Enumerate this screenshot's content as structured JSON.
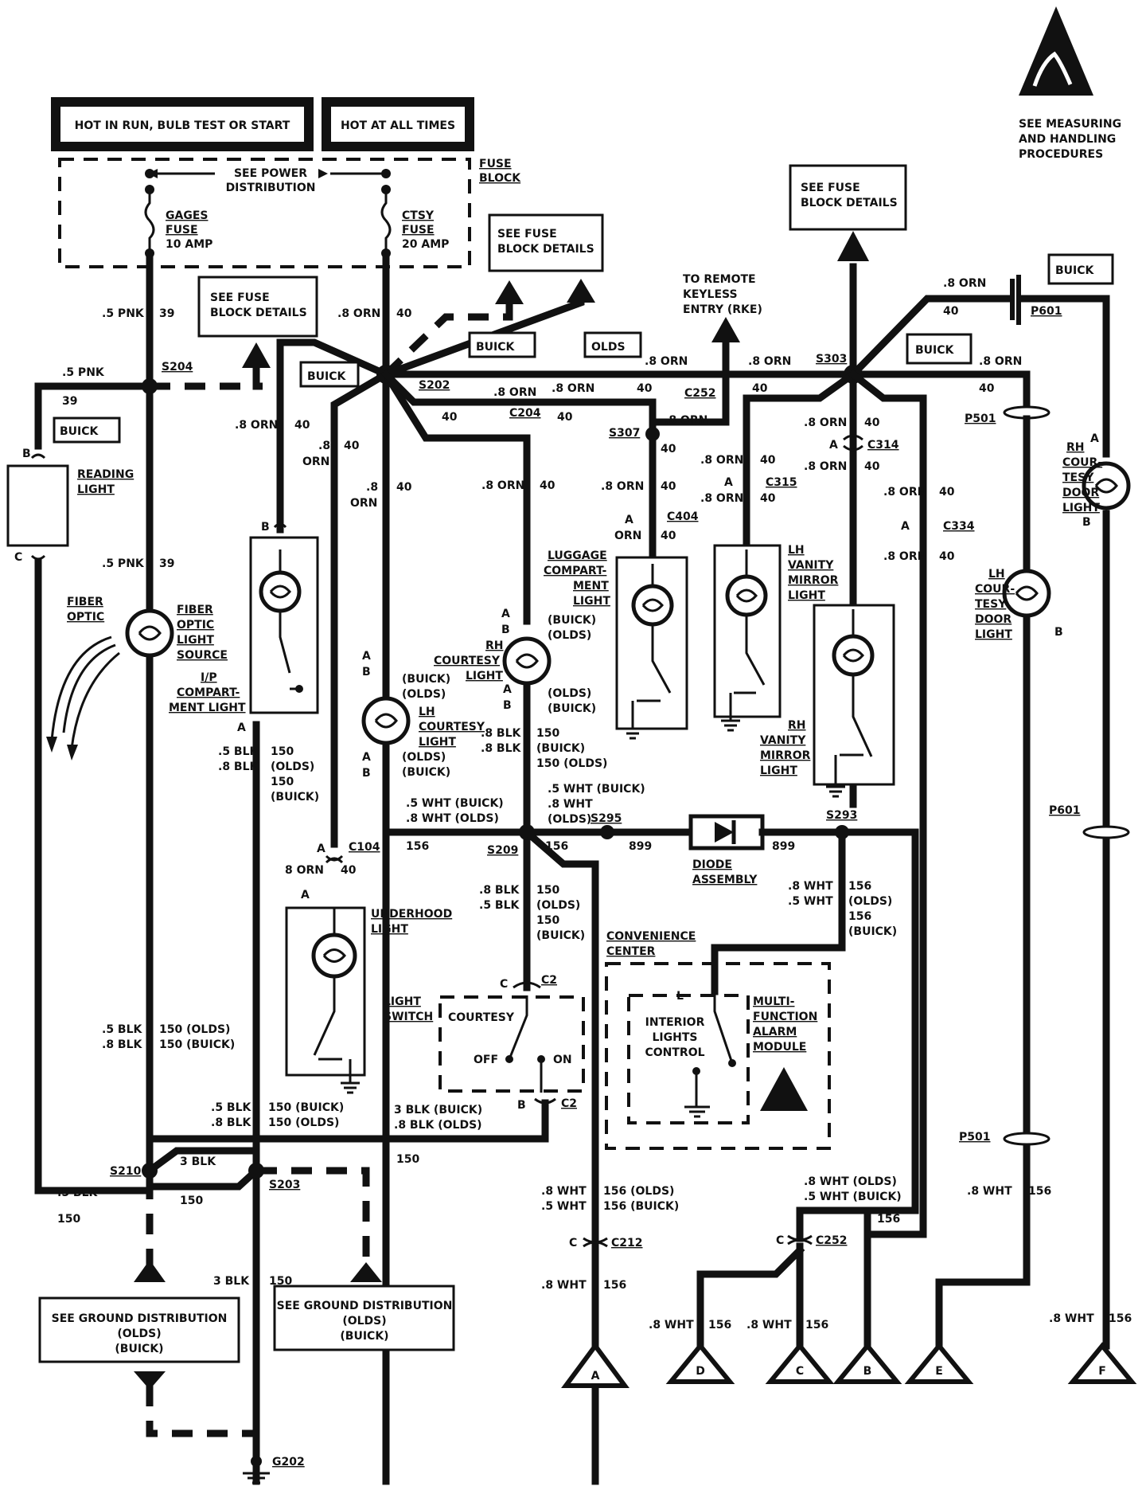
{
  "header": {
    "hot_run": "HOT IN RUN, BULB TEST OR START",
    "hot_all": "HOT AT ALL TIMES",
    "fuse_block": [
      "FUSE",
      "BLOCK"
    ],
    "see_power": [
      "SEE POWER",
      "DISTRIBUTION"
    ],
    "gages_fuse": [
      "GAGES",
      "FUSE",
      "10 AMP"
    ],
    "ctsy_fuse": [
      "CTSY",
      "FUSE",
      "20 AMP"
    ]
  },
  "esd": [
    "SEE MEASURING",
    "AND HANDLING",
    "PROCEDURES"
  ],
  "fuse_details": {
    "left": [
      "SEE FUSE",
      "BLOCK DETAILS"
    ],
    "mid": [
      "SEE FUSE",
      "BLOCK DETAILS"
    ],
    "right": [
      "SEE FUSE",
      "BLOCK DETAILS"
    ]
  },
  "tags": {
    "buick_reading": "BUICK",
    "buick_s202": "BUICK",
    "buick_mid": "BUICK",
    "olds": "OLDS",
    "buick_s303": "BUICK",
    "buick_p601": "BUICK"
  },
  "rke": [
    "TO REMOTE",
    "KEYLESS",
    "ENTRY (RKE)"
  ],
  "splices": {
    "s204": "S204",
    "s202": "S202",
    "s303": "S303",
    "s307": "S307",
    "s209": "S209",
    "s295": "S295",
    "s293": "S293",
    "s210": "S210",
    "s203": "S203",
    "g202": "G202"
  },
  "connectors": {
    "c204": "C204",
    "c252_top": "C252",
    "c314": "C314",
    "c315": "C315",
    "c404": "C404",
    "c334": "C334",
    "c104": "C104",
    "c2_top": "C2",
    "c2_bot": "C2",
    "c212": "C212",
    "c252_bot": "C252",
    "p501_top": "P501",
    "p601_top": "P601",
    "p601_mid": "P601",
    "p501_bot": "P501"
  },
  "wires": {
    "pnk_top": ".5 PNK",
    "pnk_top_n": "39",
    "pnk_s204": ".5 PNK",
    "pnk_s204_n": "39",
    "pnk_fiber": ".5 PNK",
    "pnk_fiber_n": "39",
    "orn_top": ".8 ORN",
    "orn_top_n": "40",
    "orn_ip": ".8 ORN",
    "orn_ip_n": "40",
    "orn_c104": ".8",
    "orn_c104_b": "ORN",
    "orn_c104_n": "40",
    "orn_down": ".8",
    "orn_down_b": "ORN",
    "orn_down_n": "40",
    "orn_rh": ".8 ORN",
    "orn_rh_n": "40",
    "orn_c204": ".8 ORN",
    "orn_c204_n": "40",
    "orn_c204b": ".8 ORN",
    "orn_c204b_n": "40",
    "orn_c204c": "40",
    "orn_olds": ".8 ORN",
    "orn_olds2": ".8 ORN",
    "orn_olds_n": "40",
    "orn_s307": ".8 ORN",
    "orn_s307_n": "40",
    "orn_lug": ".8 ORN",
    "orn_lug_n": "40",
    "orn_c404": "ORN",
    "orn_c404_n": "40",
    "orn_p601": ".8 ORN",
    "orn_p601_n": "40",
    "orn_p501": ".8 ORN",
    "orn_p501_n": "40",
    "orn_c314a": ".8 ORN",
    "orn_c314a_n": "40",
    "orn_c314b": ".8 ORN",
    "orn_c314b_n": "40",
    "orn_c315a": ".8 ORN",
    "orn_c315a_n": "40",
    "orn_c315b": ".8 ORN",
    "orn_c315b_n": "40",
    "orn_c334a": ".8 ORN",
    "orn_c334a_n": "40",
    "orn_c334b": ".8 ORN",
    "orn_c334b_n": "40",
    "orn_under": "8 ORN",
    "orn_under_n": "40",
    "blk_ip": [
      ".5 BLK",
      ".8 BLK"
    ],
    "blk_ip_n": [
      "150",
      "(OLDS)",
      "150",
      "(BUICK)"
    ],
    "blk_rh": [
      ".8 BLK",
      ".8 BLK"
    ],
    "blk_rh_n": [
      "150",
      "(BUICK)",
      "150  (OLDS)"
    ],
    "wht_lh": [
      ".5 WHT  (BUICK)",
      ".8 WHT  (OLDS)"
    ],
    "wht_rh": [
      ".5 WHT  (BUICK)",
      ".8 WHT",
      "(OLDS)"
    ],
    "w156_left": "156",
    "w156_right": "156",
    "w899_left": "899",
    "w899_right": "899",
    "blk_sw": [
      ".8 BLK",
      ".5 BLK"
    ],
    "blk_sw_n": [
      "150",
      "(OLDS)",
      "150",
      "(BUICK)"
    ],
    "wht_s293": [
      ".8 WHT",
      ".5 WHT"
    ],
    "wht_s293_n": [
      "156",
      "(OLDS)",
      "156",
      "(BUICK)"
    ],
    "blk_mid": [
      ".5 BLK",
      ".8 BLK"
    ],
    "blk_mid_n": [
      "150  (OLDS)",
      "150  (BUICK)"
    ],
    "blk_s210": [
      ".5 BLK",
      ".8 BLK"
    ],
    "blk_s210_n": [
      "150 (BUICK)",
      "150  (OLDS)"
    ],
    "blk_c2": [
      "3 BLK  (BUICK)",
      ".8 BLK  (OLDS)"
    ],
    "blk_c2_n": "150",
    "blk_3": "3 BLK",
    "blk_150": "150",
    "blk_5": ".5 BLK",
    "blk_5_n": "150",
    "blk_g": "3 BLK",
    "blk_g_n": "150",
    "wht_c212": [
      ".8 WHT",
      ".5 WHT"
    ],
    "wht_c212_n": [
      "156 (OLDS)",
      "156 (BUICK)"
    ],
    "wht_a": ".8 WHT",
    "wht_a_n": "156",
    "wht_c252": [
      ".8 WHT (OLDS)",
      ".5 WHT (BUICK)"
    ],
    "wht_c252_n": "156",
    "wht_d": ".8 WHT",
    "wht_d_n": "156",
    "wht_c": ".8 WHT",
    "wht_c_n": "156",
    "wht_e": ".8 WHT",
    "wht_e_n": "156",
    "wht_f": ".8 WHT",
    "wht_f_n": "156"
  },
  "components": {
    "reading_light": [
      "READING",
      "LIGHT"
    ],
    "fiber_optic": [
      "FIBER",
      "OPTIC"
    ],
    "fiber_source": [
      "FIBER",
      "OPTIC",
      "LIGHT",
      "SOURCE"
    ],
    "ip_comp": [
      "I/P",
      "COMPART-",
      "MENT LIGHT"
    ],
    "lh_courtesy": [
      "LH",
      "COURTESY",
      "LIGHT"
    ],
    "rh_courtesy": [
      "RH",
      "COURTESY",
      "LIGHT"
    ],
    "luggage": [
      "LUGGAGE",
      "COMPART-",
      "MENT",
      "LIGHT"
    ],
    "lh_vanity": [
      "LH",
      "VANITY",
      "MIRROR",
      "LIGHT"
    ],
    "rh_vanity": [
      "RH",
      "VANITY",
      "MIRROR",
      "LIGHT"
    ],
    "rh_door": [
      "RH",
      "COUR-",
      "TESY",
      "DOOR",
      "LIGHT"
    ],
    "lh_door": [
      "LH",
      "COUR-",
      "TESY",
      "DOOR",
      "LIGHT"
    ],
    "underhood": [
      "UNDERHOOD",
      "LIGHT"
    ],
    "diode": [
      "DIODE",
      "ASSEMBLY"
    ],
    "light_switch": [
      "LIGHT",
      "SWITCH"
    ],
    "courtesy": "COURTESY",
    "off": "OFF",
    "on": "ON",
    "convenience": [
      "CONVENIENCE",
      "CENTER"
    ],
    "interior": [
      "INTERIOR",
      "LIGHTS",
      "CONTROL"
    ],
    "multi": [
      "MULTI-",
      "FUNCTION",
      "ALARM",
      "MODULE"
    ]
  },
  "variants": {
    "lh_top": [
      "(BUICK)",
      "(OLDS)"
    ],
    "lh_bot": [
      "(OLDS)",
      "(BUICK)"
    ],
    "rh_top": [
      "(BUICK)",
      "(OLDS)"
    ],
    "rh_bot": [
      "(OLDS)",
      "(BUICK)"
    ]
  },
  "ground_dist": {
    "left": [
      "SEE GROUND DISTRIBUTION",
      "(OLDS)",
      "(BUICK)"
    ],
    "right": [
      "SEE GROUND DISTRIBUTION",
      "(OLDS)",
      "(BUICK)"
    ]
  },
  "pins": {
    "a": "A",
    "b": "B",
    "c": "C",
    "l": "L"
  },
  "outputs": [
    "A",
    "D",
    "C",
    "B",
    "E",
    "F"
  ]
}
